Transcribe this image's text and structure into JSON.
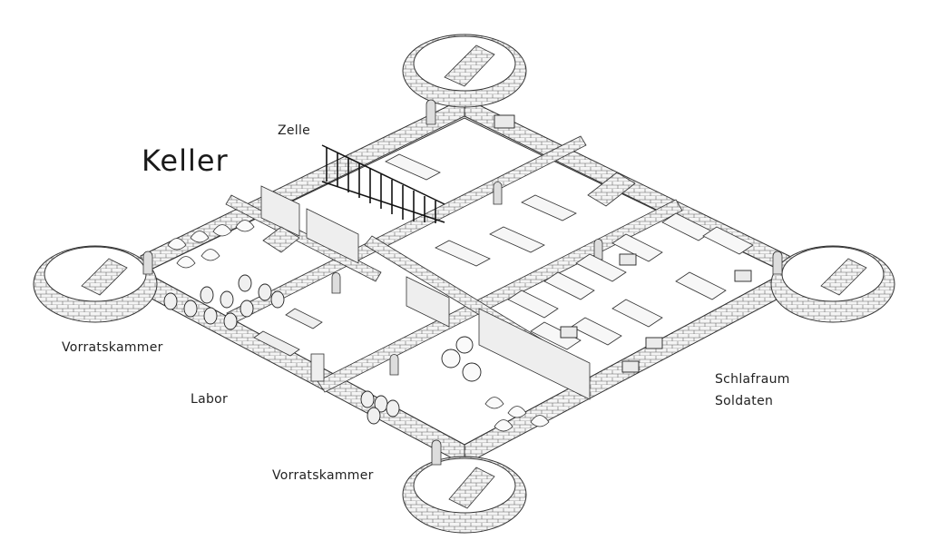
{
  "map": {
    "title": "Keller",
    "labels": {
      "zelle": "Zelle",
      "vorratskammer_west": "Vorratskammer",
      "labor": "Labor",
      "vorratskammer_south": "Vorratskammer",
      "schlafraum": "Schlafraum",
      "soldaten": "Soldaten"
    }
  },
  "colors": {
    "ink": "#222222",
    "wall_fill": "#f2f2f2",
    "floor_fill": "#ffffff"
  }
}
